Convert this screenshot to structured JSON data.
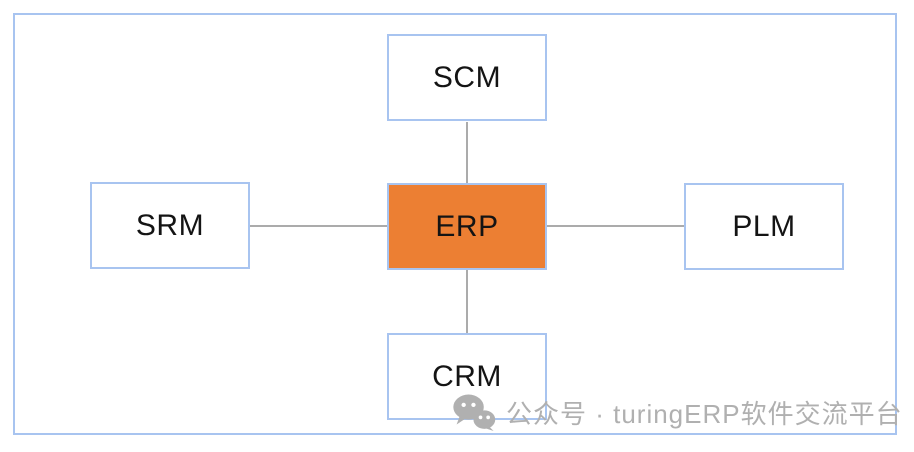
{
  "diagram": {
    "nodes": {
      "center": {
        "label": "ERP"
      },
      "top": {
        "label": "SCM"
      },
      "left": {
        "label": "SRM"
      },
      "right": {
        "label": "PLM"
      },
      "bottom": {
        "label": "CRM"
      }
    }
  },
  "watermark": {
    "icon": "wechat-icon",
    "text": "公众号 · turingERP软件交流平台"
  },
  "colors": {
    "center_fill": "#EC7F33",
    "box_border": "#A8C4F0",
    "frame_border": "#A8C4F0",
    "connector": "#ABABAB",
    "label_text": "#141414",
    "watermark_gray": "#B0B0B0"
  }
}
